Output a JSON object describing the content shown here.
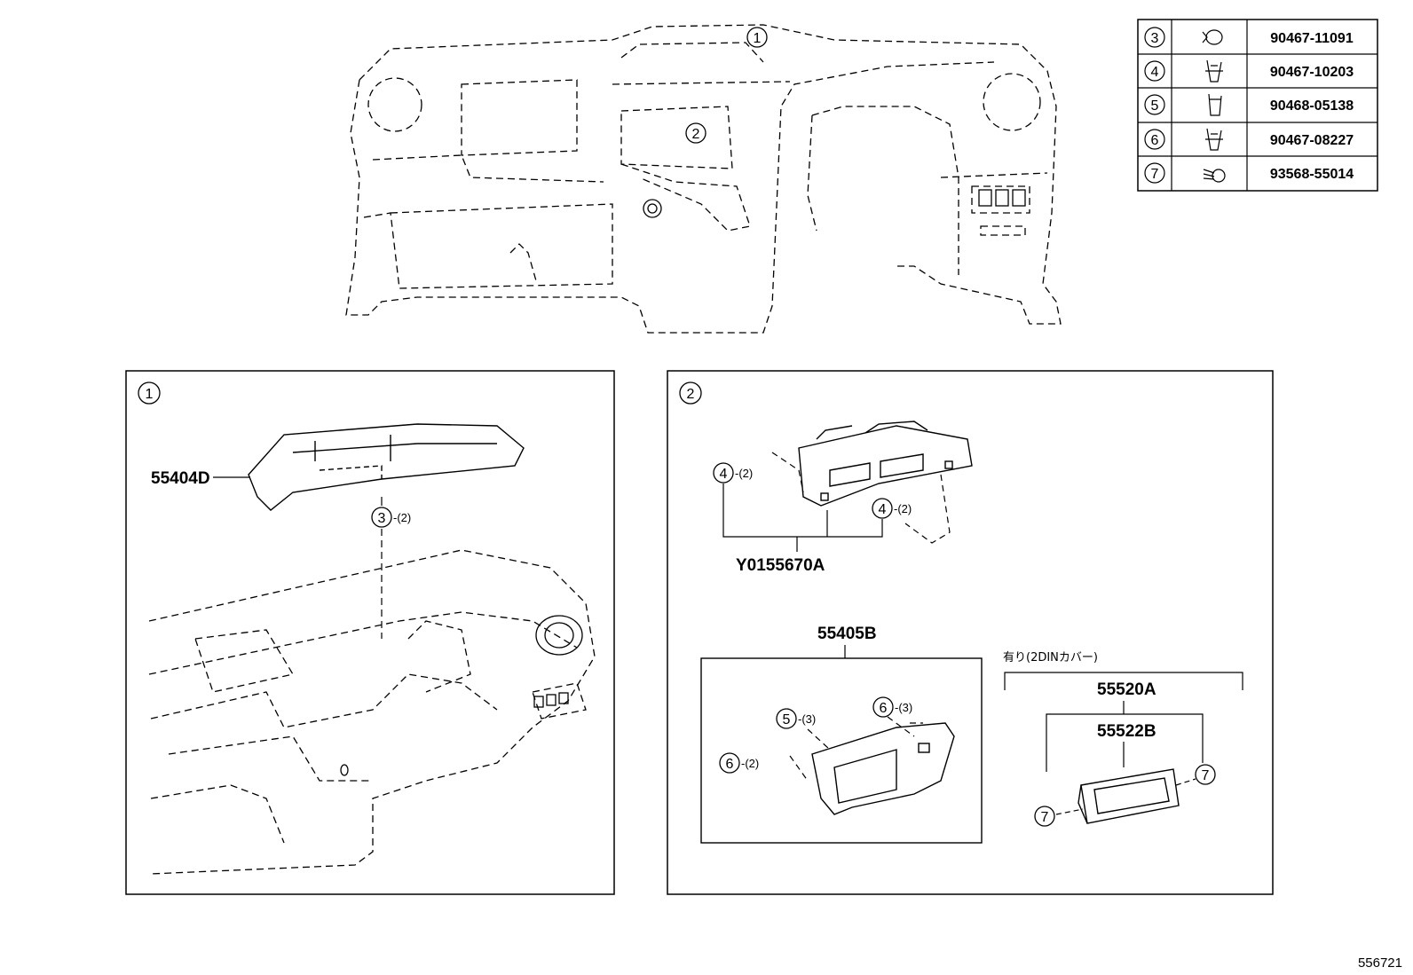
{
  "callouts": {
    "c1": "1",
    "c2": "2",
    "c3": "3",
    "c4": "4",
    "c5": "5",
    "c6": "6",
    "c7": "7"
  },
  "fastener_table": [
    {
      "ref": "3",
      "icon": "clip-round-icon",
      "part_no": "90467-11091"
    },
    {
      "ref": "4",
      "icon": "clip-forked-icon",
      "part_no": "90467-10203"
    },
    {
      "ref": "5",
      "icon": "clip-forked-icon",
      "part_no": "90468-05138"
    },
    {
      "ref": "6",
      "icon": "clip-forked-icon",
      "part_no": "90467-08227"
    },
    {
      "ref": "7",
      "icon": "screw-icon",
      "part_no": "93568-55014"
    }
  ],
  "panel1": {
    "part_55404D": "55404D",
    "qty_3": "-(2)"
  },
  "panel2": {
    "qty_4a": "-(2)",
    "qty_4b": "-(2)",
    "part_Y01": "Y0155670A",
    "part_55405B": "55405B",
    "qty_5": "-(3)",
    "qty_6a": "-(3)",
    "qty_6b": "-(2)",
    "note_2din": "有り(2DINカバー)",
    "part_55520A": "55520A",
    "part_55522B": "55522B"
  },
  "illustration_id": "556721"
}
